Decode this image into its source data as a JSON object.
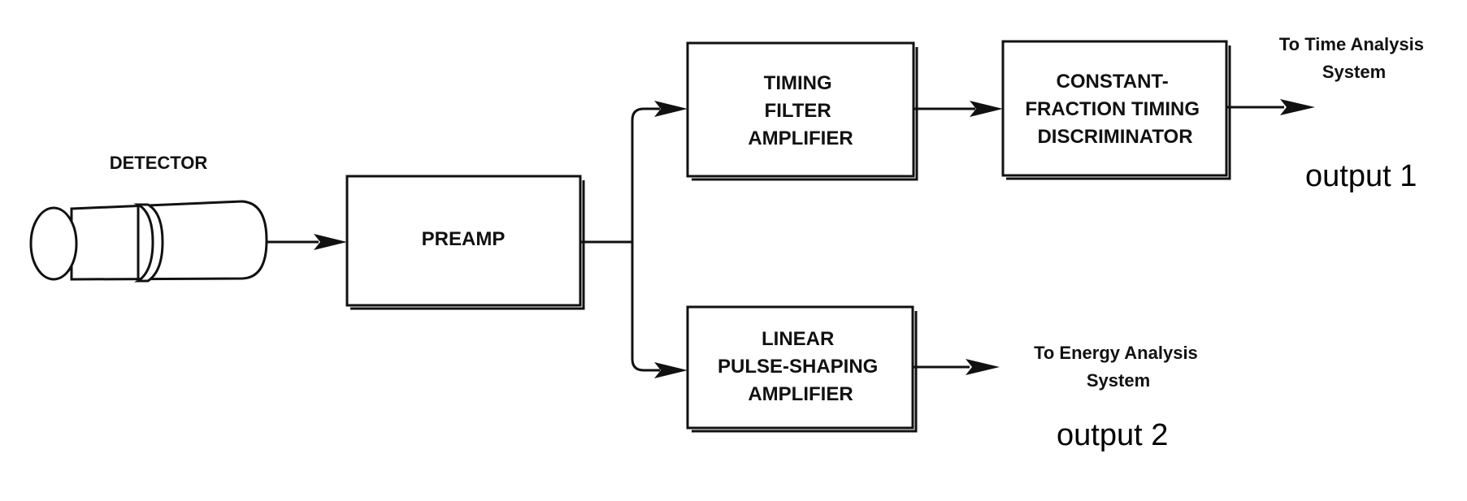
{
  "diagram": {
    "detector": {
      "label": "DETECTOR"
    },
    "preamp": {
      "label": "PREAMP"
    },
    "timing_filter_amp": {
      "lines": [
        "TIMING",
        "FILTER",
        "AMPLIFIER"
      ]
    },
    "cf_discriminator": {
      "lines": [
        "CONSTANT-",
        "FRACTION TIMING",
        "DISCRIMINATOR"
      ]
    },
    "linear_amp": {
      "lines": [
        "LINEAR",
        "PULSE-SHAPING",
        "AMPLIFIER"
      ]
    },
    "time_destination": {
      "lines": [
        "To Time Analysis",
        "System"
      ]
    },
    "energy_destination": {
      "lines": [
        "To Energy Analysis",
        "System"
      ]
    },
    "output1": {
      "label": "output 1"
    },
    "output2": {
      "label": "output 2"
    }
  }
}
